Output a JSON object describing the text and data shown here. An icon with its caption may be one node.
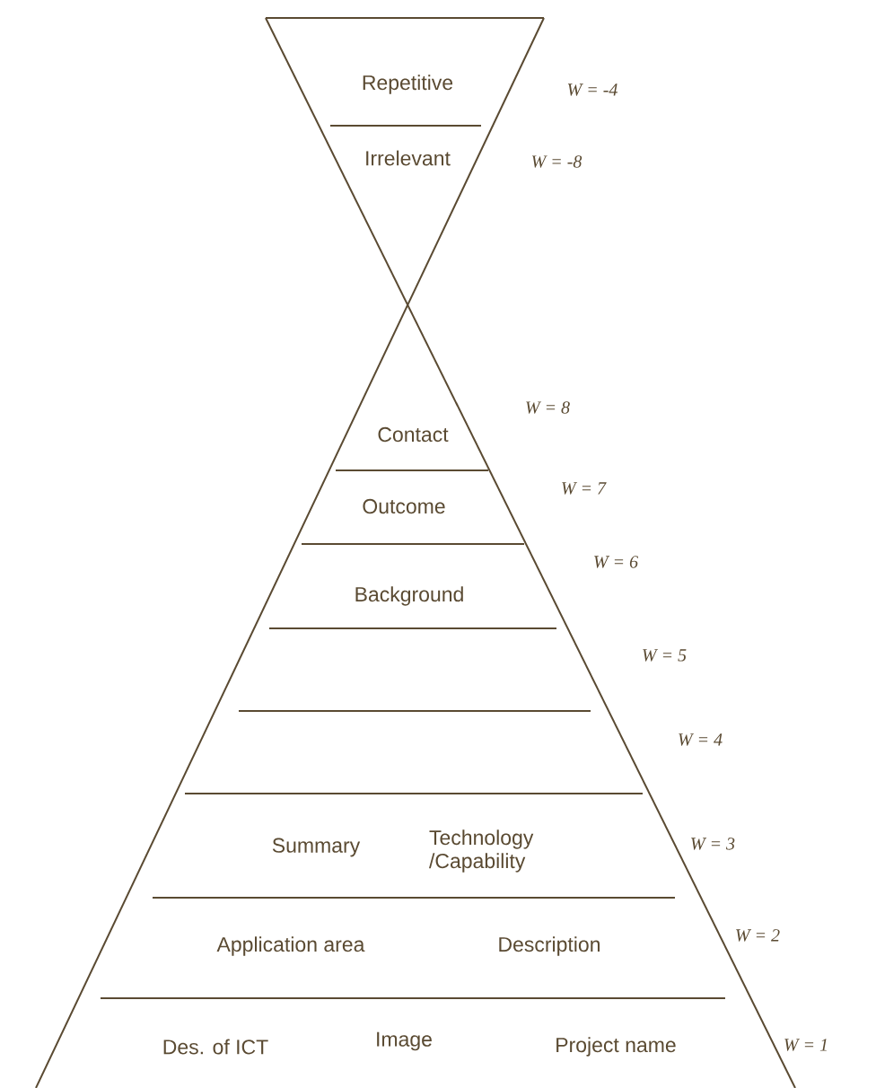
{
  "diagram": {
    "labels": [
      "Repetitive",
      "W = -4",
      "Irrelevant",
      "W = -8",
      "W = 8",
      "Contact",
      "W = 7",
      "Outcome",
      "W = 6",
      "Background",
      "W = 5",
      "W = 4",
      "Technology /Capability",
      "Summary",
      "W = 3",
      "W = 2",
      "Application area",
      "Description",
      "Des. of ICT",
      "Image",
      "Project name",
      "W = 1"
    ]
  }
}
